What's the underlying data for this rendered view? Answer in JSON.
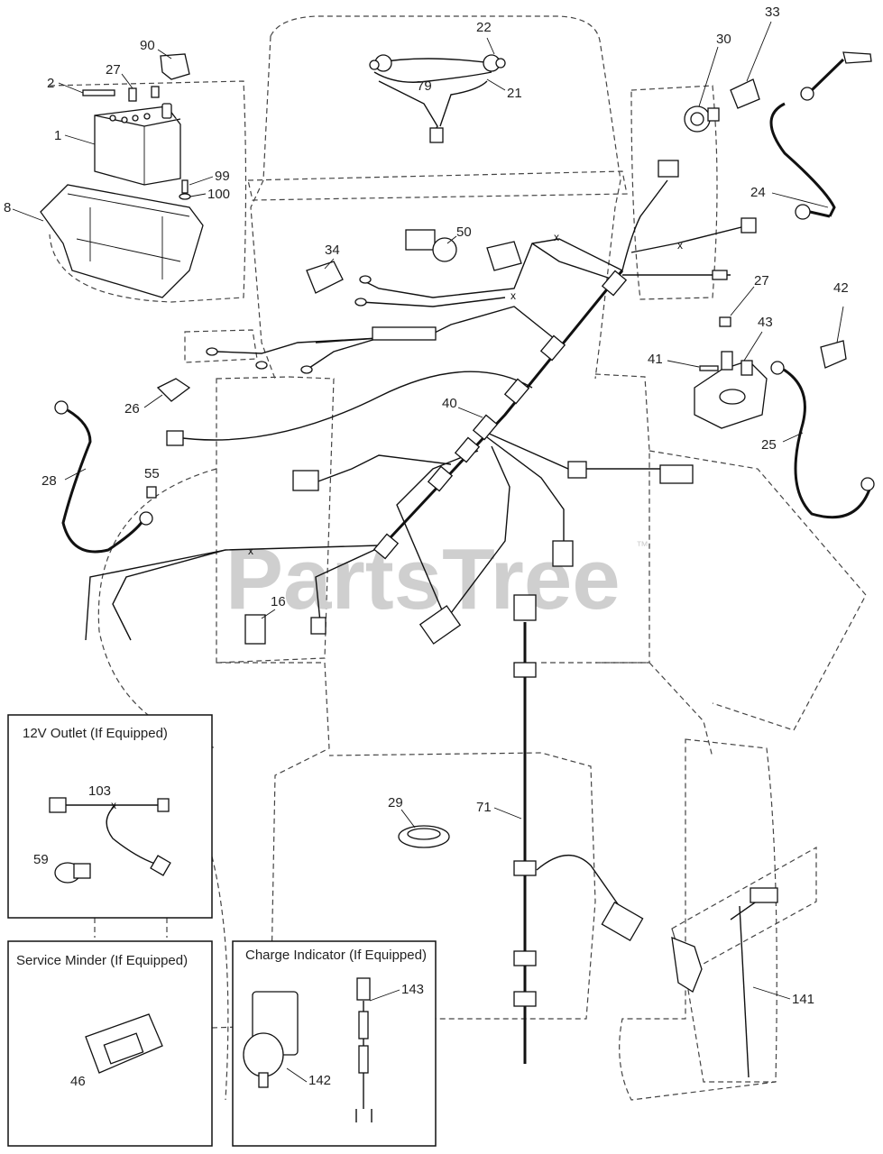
{
  "diagram": {
    "watermark": "PartsTree",
    "watermark_tm": "™",
    "callouts": [
      "90",
      "2",
      "27",
      "1",
      "99",
      "100",
      "8",
      "22",
      "79",
      "21",
      "30",
      "33",
      "24",
      "50",
      "34",
      "27",
      "42",
      "41",
      "43",
      "25",
      "26",
      "40",
      "28",
      "55",
      "16",
      "29",
      "71",
      "141",
      "103",
      "59",
      "46",
      "143",
      "142"
    ],
    "insets": {
      "outlet_title": "12V Outlet (If Equipped)",
      "service_title": "Service Minder (If Equipped)",
      "charge_title": "Charge Indicator (If Equipped)"
    }
  }
}
